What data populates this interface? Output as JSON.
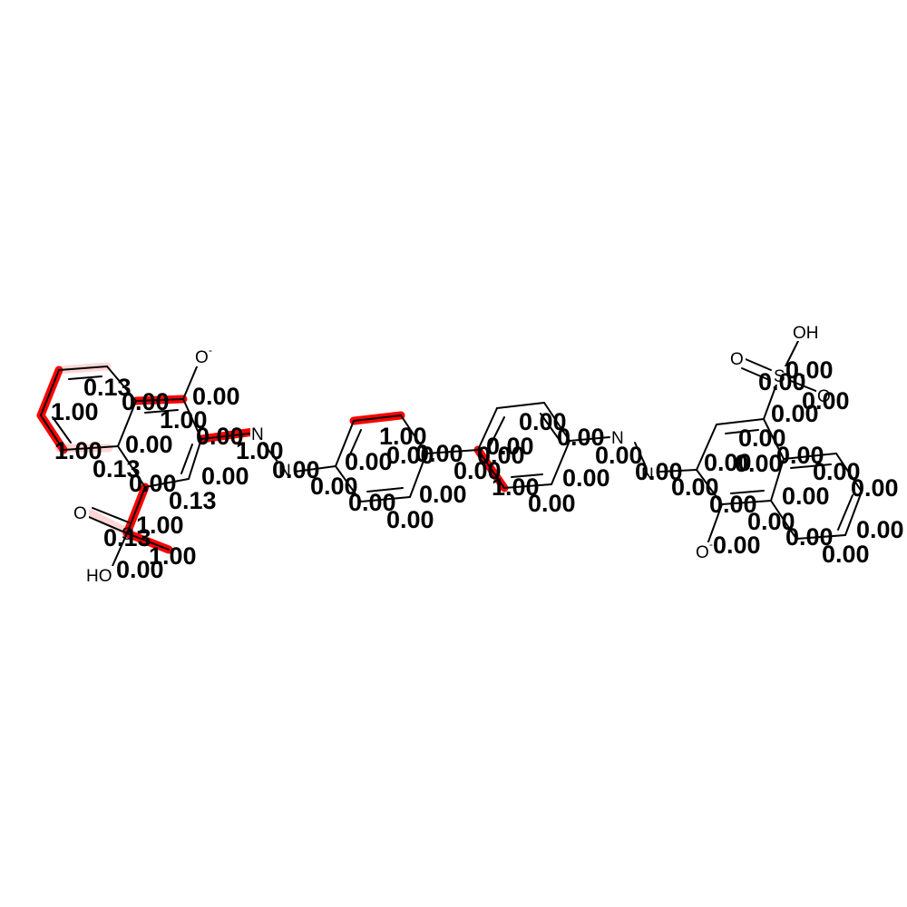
{
  "colors": {
    "highlight": "#ff0000",
    "highlight_light": "#ffd6d6",
    "bond": "#000000",
    "background": "#ffffff"
  },
  "atoms": {
    "o_minus_1": "O",
    "o_minus_1_charge": "-",
    "n1": "N",
    "n2": "N",
    "n3": "N",
    "n4": "N",
    "o_sulfo_left": "O",
    "s_left": "S",
    "ho_left": "HO",
    "oh_right": "OH",
    "o_right_top": "O",
    "s_right": "S",
    "o_right_side": "O",
    "o_minus_2": "O",
    "o_minus_2_charge": "-"
  },
  "weights": {
    "w01": "0.13",
    "w02": "1.00",
    "w03": "0.00",
    "w04": "0.00",
    "w05": "1.00",
    "w06": "1.00",
    "w07": "0.00",
    "w08": "0.13",
    "w09": "0.00",
    "w10": "0.00",
    "w11": "1.00",
    "w12": "0.00",
    "w13": "0.13",
    "w14": "1.00",
    "w15": "0.13",
    "w16": "1.00",
    "w17": "0.00",
    "w18": "0.00",
    "w19": "1.00",
    "w20": "0.00",
    "w21": "0.00",
    "w22": "0.00",
    "w23": "0.00",
    "w24": "0.00",
    "w25": "0.00",
    "w26": "0.00",
    "w27": "0.00",
    "w28": "0.00",
    "w29": "1.00",
    "w30": "0.00",
    "w31": "0.00",
    "w32": "0.00",
    "w33": "0.00",
    "w34": "0.00",
    "w35": "0.00",
    "w36": "0.00",
    "w37": "0.00",
    "w38": "0.00",
    "w39": "0.00",
    "w40": "0.00",
    "w41": "0.00",
    "w42": "0.00",
    "w43": "0.00",
    "w44": "0.00",
    "w45": "0.00",
    "w46": "0.00",
    "w47": "0.00",
    "w48": "0.00",
    "w49": "0.00",
    "w50": "0.00",
    "w51": "0.00",
    "w52": "0.00",
    "w53": "0.00",
    "w54": "0.00"
  }
}
